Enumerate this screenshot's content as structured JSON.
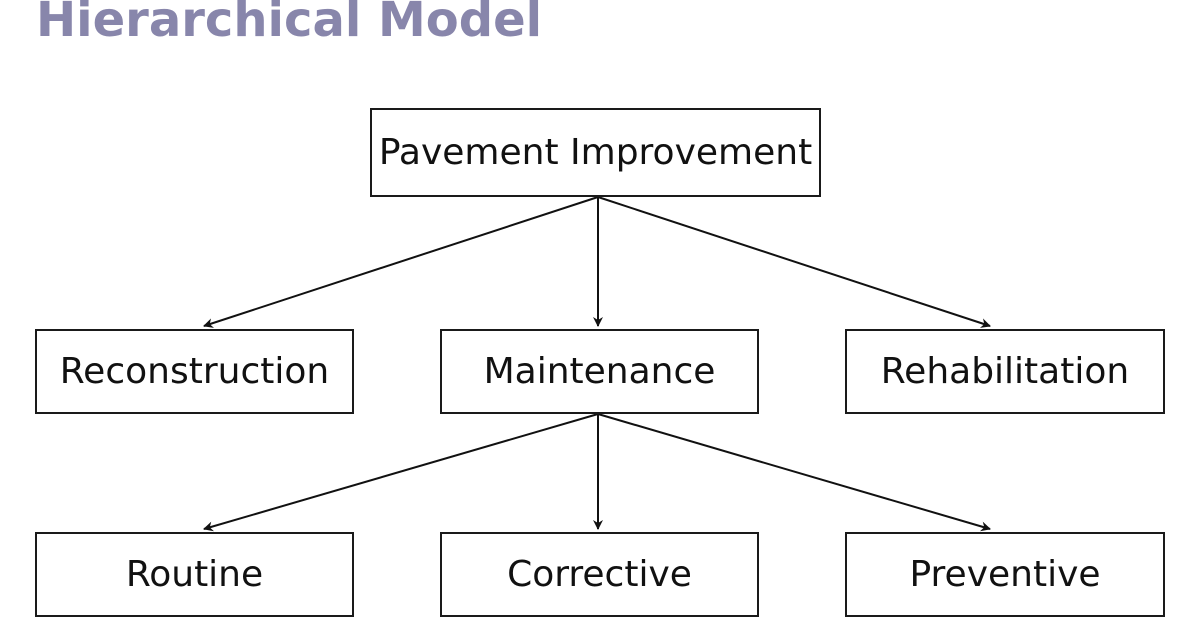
{
  "title": "Hierarchical Model",
  "diagram": {
    "root": "Pavement Improvement",
    "level1": [
      "Reconstruction",
      "Maintenance",
      "Rehabilitation"
    ],
    "level2": [
      "Routine",
      "Corrective",
      "Preventive"
    ]
  },
  "colors": {
    "title": "#8886ab",
    "stroke": "#1a1a1a",
    "text": "#111111"
  }
}
